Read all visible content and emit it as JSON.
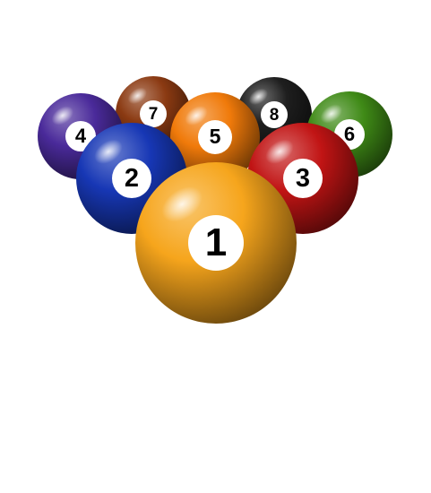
{
  "billiard_balls": [
    {
      "number": "7",
      "color": "#8B3A12"
    },
    {
      "number": "8",
      "color": "#1e1e1e"
    },
    {
      "number": "4",
      "color": "#4a2a9a"
    },
    {
      "number": "6",
      "color": "#3f8a16"
    },
    {
      "number": "5",
      "color": "#f07a0a"
    },
    {
      "number": "2",
      "color": "#1737b5"
    },
    {
      "number": "3",
      "color": "#c11414"
    },
    {
      "number": "1",
      "color": "#f6a51c"
    }
  ]
}
